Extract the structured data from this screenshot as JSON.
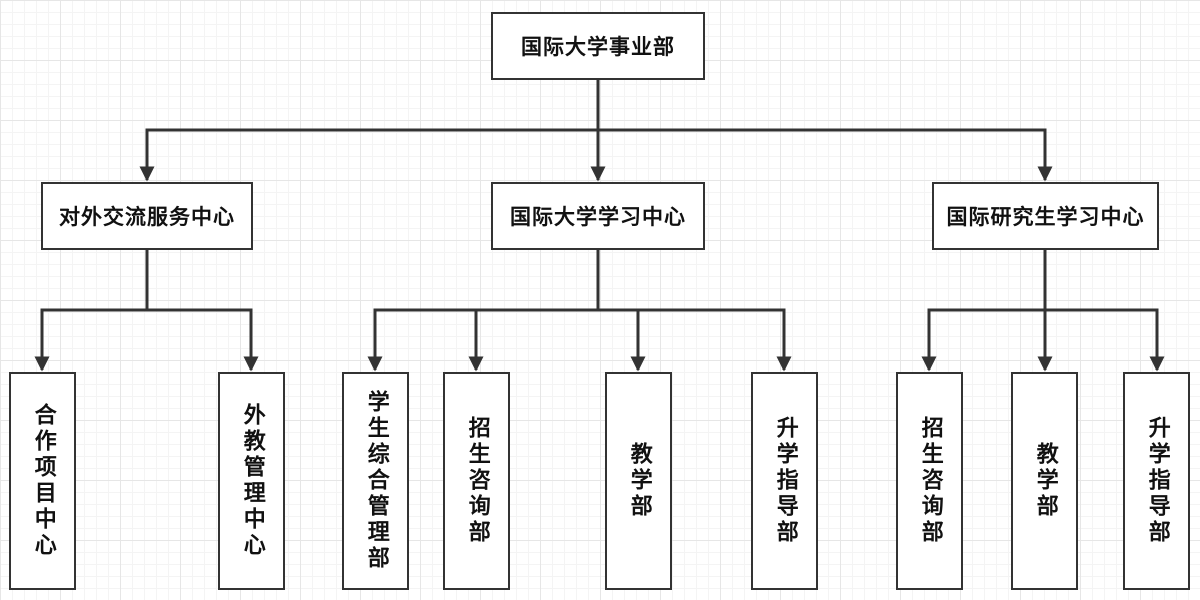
{
  "root": "国际大学事业部",
  "centers": [
    {
      "name": "对外交流服务中心",
      "departments": [
        "合作项目中心",
        "外教管理中心"
      ]
    },
    {
      "name": "国际大学学习中心",
      "departments": [
        "学生综合管理部",
        "招生咨询部",
        "教学部",
        "升学指导部"
      ]
    },
    {
      "name": "国际研究生学习中心",
      "departments": [
        "招生咨询部",
        "教学部",
        "升学指导部"
      ]
    }
  ],
  "colors": {
    "line": "#333333",
    "box_border": "#333333",
    "text": "#111111"
  }
}
